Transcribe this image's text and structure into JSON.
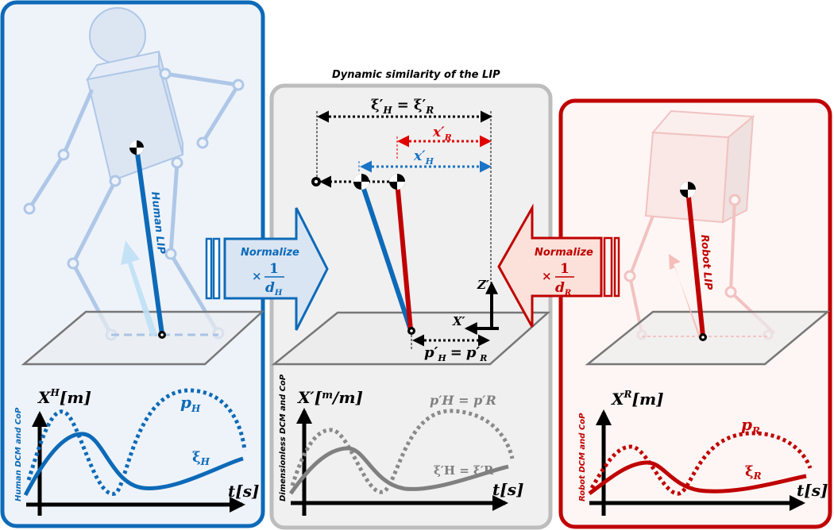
{
  "title": "Dynamic similarity of the LIP",
  "colors": {
    "human": "#0d6ab8",
    "human_light": "#a9c3e6",
    "human_bg": "#eef3fa",
    "robot": "#c00000",
    "robot_light": "#f0b9b9",
    "robot_bg": "#fdf6f4",
    "center_border": "#bdbdbd",
    "center_bg": "#f0f0f0",
    "gray_curve": "#808080"
  },
  "human_panel": {
    "lip_label": "Human LIP",
    "arrow": {
      "label": "Normalize",
      "factor_prefix": "×",
      "numerator": "1",
      "denominator": "d",
      "denominator_sub": "H"
    },
    "plot": {
      "side_label": "Human DCM and CoP",
      "ylabel": "X",
      "ylabel_sup": "H",
      "ylabel_unit": "[m]",
      "xlabel": "t[s]",
      "curve_dcm": "ξ",
      "curve_dcm_sub": "H",
      "curve_cop": "p",
      "curve_cop_sub": "H"
    }
  },
  "center_panel": {
    "xi_equation": "ξ′H = ξ′R",
    "xi_left": "ξ′",
    "xi_left_sub": "H",
    "xi_eq": "=",
    "xi_right": "ξ′",
    "xi_right_sub": "R",
    "xR_label": "x′",
    "xR_sub": "R",
    "xH_label": "x′",
    "xH_sub": "H",
    "z_axis": "Z′",
    "x_axis": "X′",
    "p_left": "p′",
    "p_left_sub": "H",
    "p_eq": "=",
    "p_right": "p′",
    "p_right_sub": "R",
    "plot": {
      "side_label": "Dimensionless DCM and CoP",
      "ylabel": "X′",
      "ylabel_unit_num": "m",
      "ylabel_unit_den": "m",
      "xlabel": "t[s]",
      "cop_label": "p′H = p′R",
      "dcm_label": "ξ′H = ξ′R"
    }
  },
  "robot_panel": {
    "lip_label": "Robot LIP",
    "arrow": {
      "label": "Normalize",
      "factor_prefix": "×",
      "numerator": "1",
      "denominator": "d",
      "denominator_sub": "R"
    },
    "plot": {
      "side_label": "Robot DCM and CoP",
      "ylabel": "X",
      "ylabel_sup": "R",
      "ylabel_unit": "[m]",
      "xlabel": "t[s]",
      "curve_dcm": "ξ",
      "curve_dcm_sub": "R",
      "curve_cop": "p",
      "curve_cop_sub": "R"
    }
  }
}
